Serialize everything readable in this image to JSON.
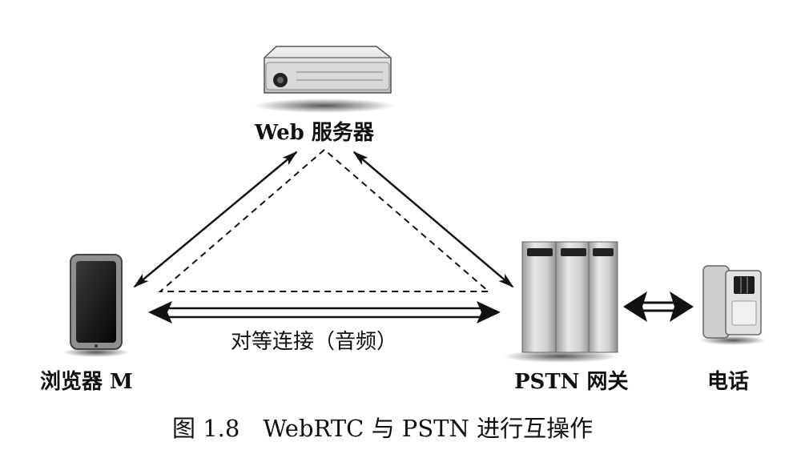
{
  "nodes": {
    "web_server": {
      "label": "Web 服务器",
      "icon": "server-box-icon"
    },
    "browser": {
      "label": "浏览器 M",
      "icon": "tablet-device-icon"
    },
    "pstn_gateway": {
      "label": "PSTN 网关",
      "icon": "rack-server-icon"
    },
    "phone": {
      "label": "电话",
      "icon": "desk-phone-icon"
    }
  },
  "edges": {
    "peer_connection": {
      "label": "对等连接（音频）"
    }
  },
  "caption": "图 1.8　WebRTC 与 PSTN 进行互操作",
  "colors": {
    "line": "#111111",
    "background": "#ffffff"
  }
}
